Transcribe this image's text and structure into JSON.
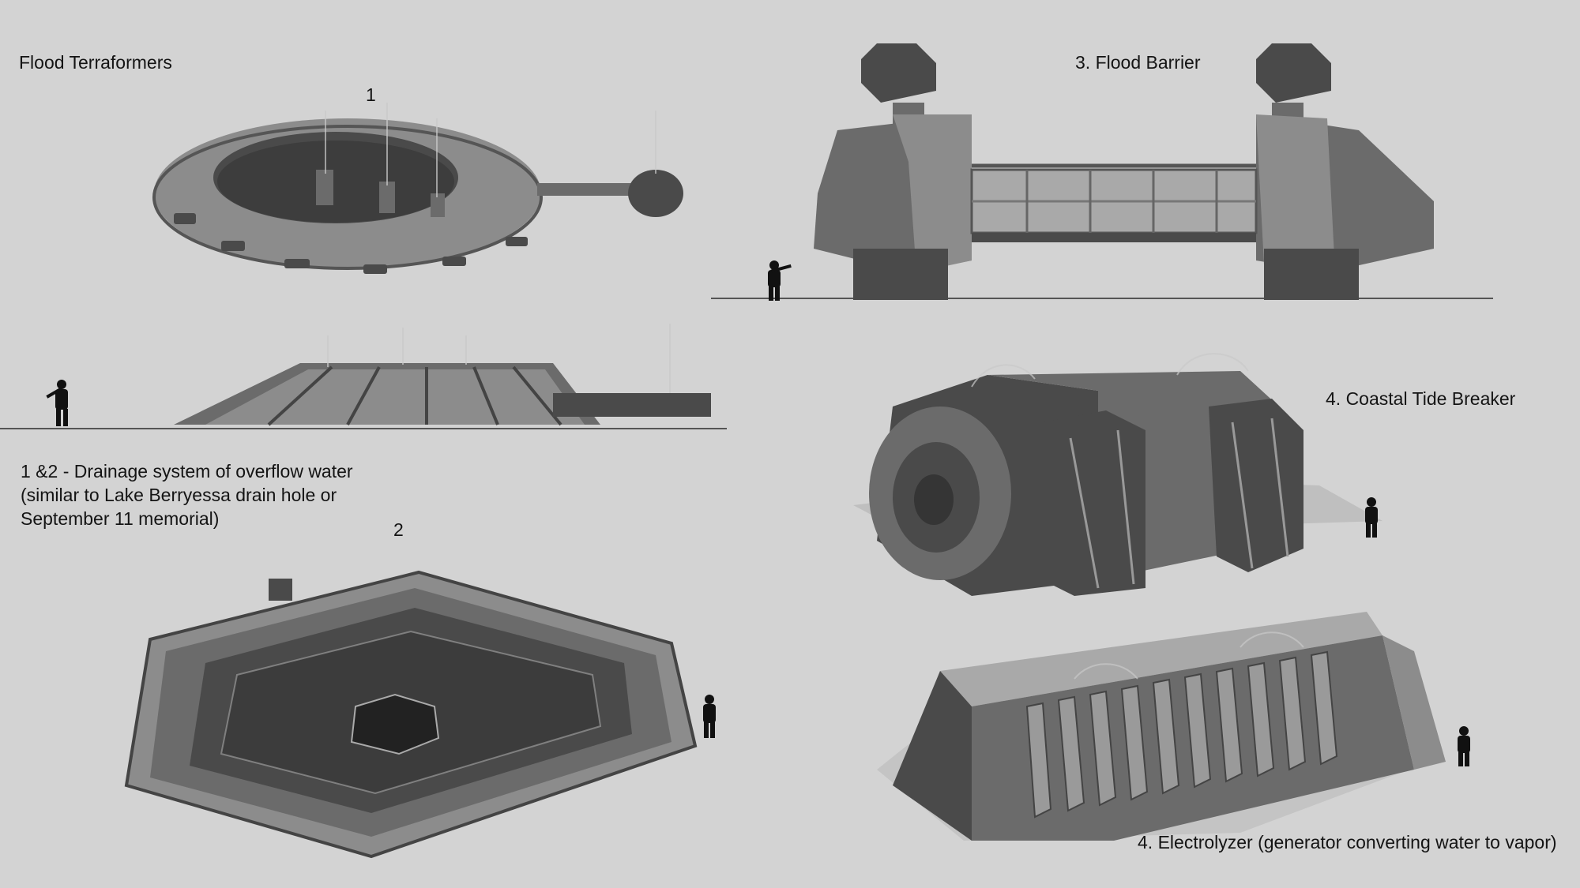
{
  "labels": {
    "title": "Flood Terraformers",
    "num1": "1",
    "num2": "2",
    "flood_barrier": "3. Flood Barrier",
    "tide_breaker": "4. Coastal Tide Breaker",
    "electrolyzer": "4. Electrolyzer (generator converting water to vapor)",
    "drain_note_line1": "1 &2 - Drainage system of overflow water",
    "drain_note_line2": "(similar to Lake Berryessa drain hole or",
    "drain_note_line3": "September 11 memorial)"
  },
  "colors": {
    "background": "#d3d3d3",
    "dark": "#4a4a4a",
    "mid": "#6b6b6b",
    "light": "#8c8c8c"
  }
}
